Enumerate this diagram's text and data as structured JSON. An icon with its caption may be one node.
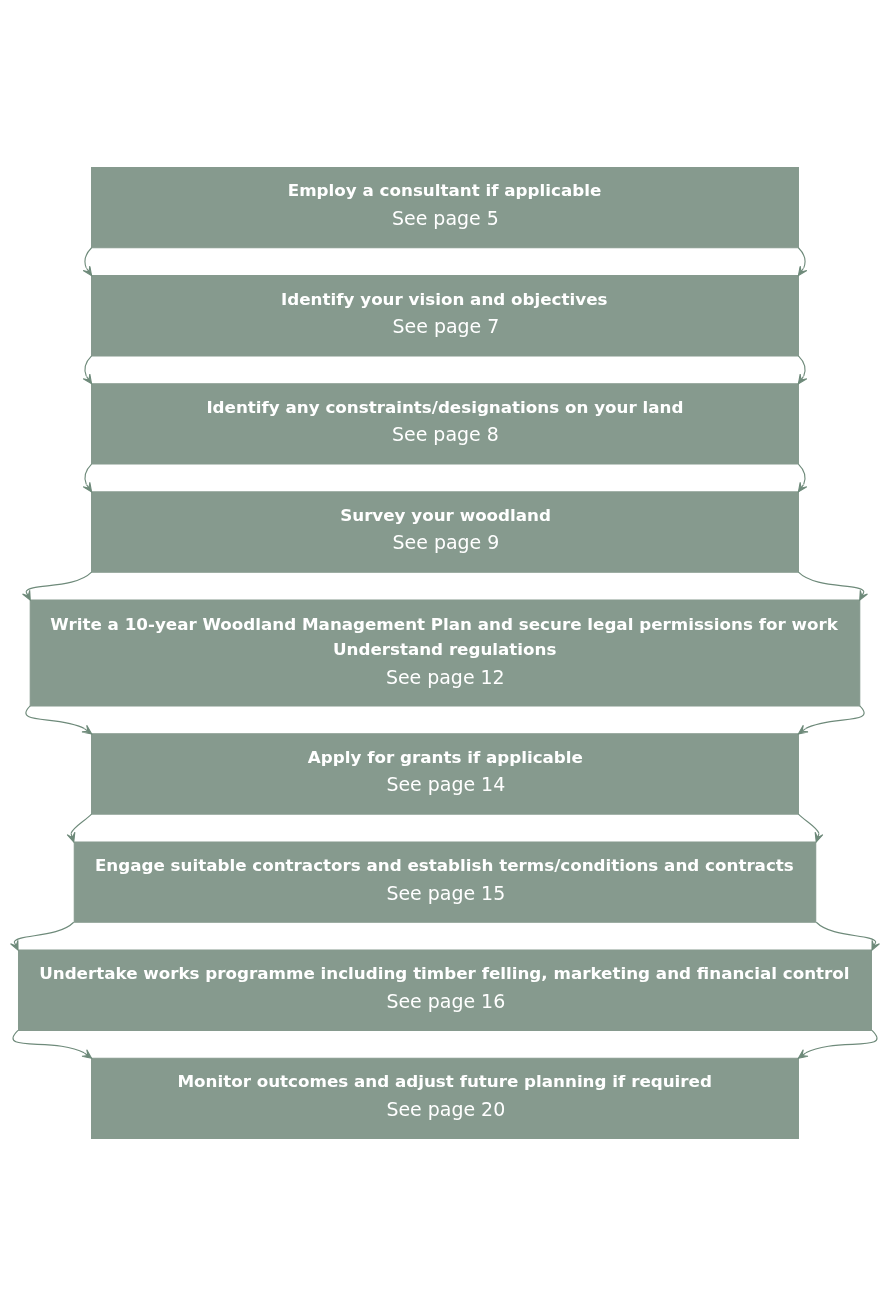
{
  "diagram": {
    "nodes": [
      {
        "text": [
          "Employ a consultant if applicable",
          "See page 5"
        ]
      },
      {
        "text": [
          "Identify your vision and objectives",
          "See page 7"
        ]
      },
      {
        "text": [
          "Identify any constraints/designations on your land",
          "See page 8"
        ]
      },
      {
        "text": [
          "Survey your woodland",
          "See page 9"
        ]
      },
      {
        "text": [
          "Write a 10-year Woodland Management Plan and secure legal permissions for work",
          "Understand regulations",
          "See page 12"
        ]
      },
      {
        "text": [
          "Apply for grants if applicable",
          "See page 14"
        ]
      },
      {
        "text": [
          "Engage suitable contractors and establish terms/conditions and contracts",
          "See page 15"
        ]
      },
      {
        "text": [
          "Undertake works programme including timber felling, marketing and financial control",
          "See page 16"
        ]
      },
      {
        "text": [
          "Monitor outcomes and adjust future planning if required",
          "See page 20"
        ]
      }
    ],
    "edges": [
      {
        "from": 0,
        "to": 1,
        "arrow": "to"
      },
      {
        "from": 0,
        "to": 1,
        "arrow": "to"
      },
      {
        "from": 1,
        "to": 2,
        "arrow": "to"
      },
      {
        "from": 1,
        "to": 2,
        "arrow": "to"
      },
      {
        "from": 2,
        "to": 3,
        "arrow": "to"
      },
      {
        "from": 2,
        "to": 3,
        "arrow": "to"
      },
      {
        "from": 3,
        "to": 4,
        "arrow": "to"
      },
      {
        "from": 3,
        "to": 4,
        "arrow": "to"
      },
      {
        "from": 4,
        "to": 5,
        "arrow": "to"
      },
      {
        "from": 4,
        "to": 5,
        "arrow": "to"
      },
      {
        "from": 5,
        "to": 6,
        "arrow": "to"
      },
      {
        "from": 5,
        "to": 6,
        "arrow": "to"
      },
      {
        "from": 6,
        "to": 7,
        "arrow": "to"
      },
      {
        "from": 6,
        "to": 7,
        "arrow": "to"
      },
      {
        "from": 7,
        "to": 8,
        "arrow": "to"
      },
      {
        "from": 7,
        "to": 8,
        "arrow": "to"
      }
    ]
  }
}
